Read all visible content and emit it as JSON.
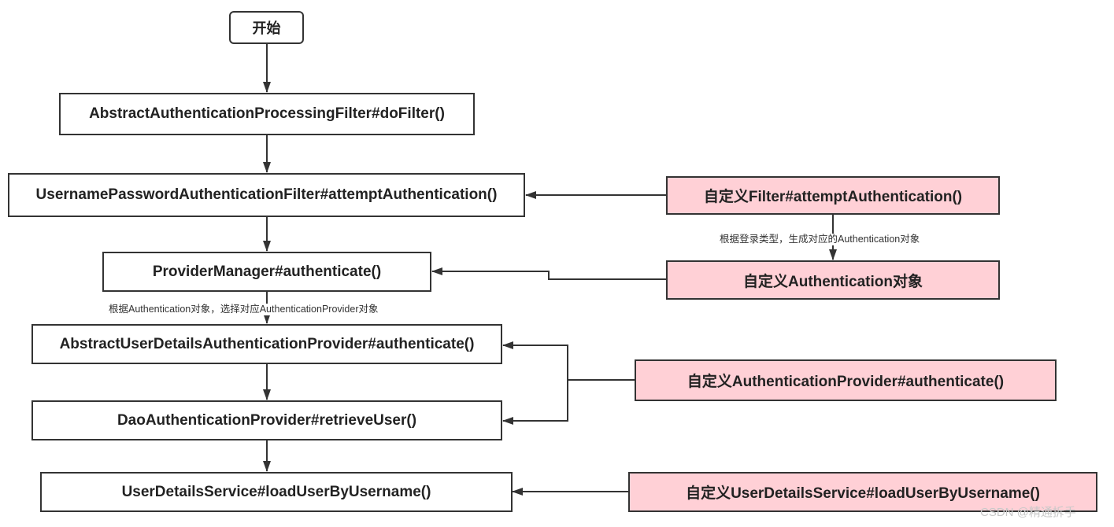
{
  "nodes": {
    "start": "开始",
    "abstract_filter": "AbstractAuthenticationProcessingFilter#doFilter()",
    "username_filter": "UsernamePasswordAuthenticationFilter#attemptAuthentication()",
    "provider_manager": "ProviderManager#authenticate()",
    "abstract_provider": "AbstractUserDetailsAuthenticationProvider#authenticate()",
    "dao_provider": "DaoAuthenticationProvider#retrieveUser()",
    "user_details_service": "UserDetailsService#loadUserByUsername()",
    "custom_filter": "自定义Filter#attemptAuthentication()",
    "custom_authentication": "自定义Authentication对象",
    "custom_provider": "自定义AuthenticationProvider#authenticate()",
    "custom_user_details_service": "自定义UserDetailsService#loadUserByUsername()"
  },
  "notes": {
    "by_login_type": "根据登录类型，生成对应的Authentication对象",
    "by_authentication": "根据Authentication对象，选择对应AuthenticationProvider对象"
  },
  "watermark": "CSDN @精通拆手",
  "colors": {
    "custom_fill": "#ffd0d6",
    "border": "#333333",
    "arrow": "#333333"
  }
}
